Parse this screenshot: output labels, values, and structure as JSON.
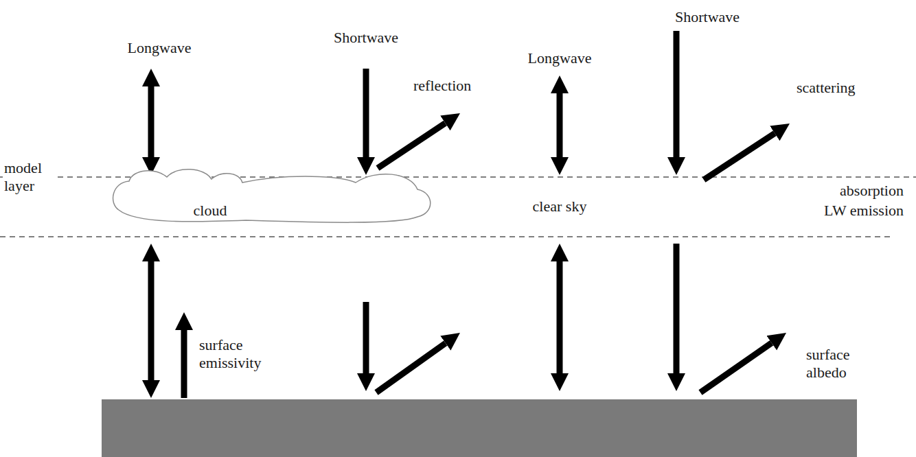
{
  "diagram": {
    "nodes": [
      {
        "text": [
          "cloud"
        ]
      }
    ],
    "labels": [
      "Longwave",
      "Shortwave",
      "reflection",
      "Longwave",
      "Shortwave",
      "scattering",
      "model layer",
      "clear sky",
      "absorption",
      "LW emission",
      "surface emissivity",
      "surface albedo"
    ]
  }
}
